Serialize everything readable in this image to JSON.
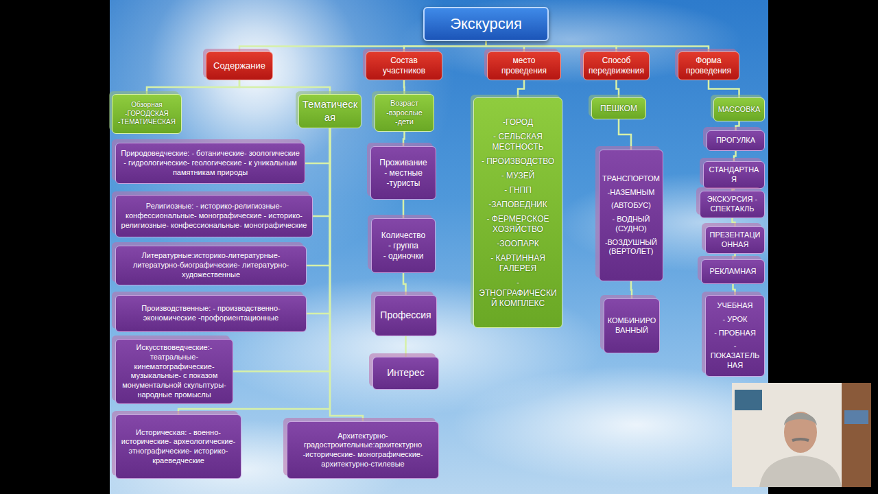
{
  "diagram": {
    "nodes": [
      {
        "text": [
          "Экскурсия"
        ]
      },
      {
        "text": [
          "Содержание"
        ]
      },
      {
        "text": [
          "Состав участников"
        ]
      },
      {
        "text": [
          "место проведения"
        ]
      },
      {
        "text": [
          "Способ передвижения"
        ]
      },
      {
        "text": [
          "Форма проведения"
        ]
      },
      {
        "text": [
          "Обзорная",
          "-ГОРОДСКАЯ",
          "-ТЕМАТИЧЕСКАЯ"
        ]
      },
      {
        "text": [
          "Тематическая"
        ]
      },
      {
        "text": [
          "Природоведческие: - ботанические- зоологические - гидрологические- геологические - к уникальным памятникам природы"
        ]
      },
      {
        "text": [
          "Религиозные: - историко-религиозные- конфессиональные- монографические - историко-религиозные- конфессиональные- монографические"
        ]
      },
      {
        "text": [
          "Литературные:историко-литературные- литературно-биографические- литературно-художественные"
        ]
      },
      {
        "text": [
          "Производственные: - производственно-экономические -профориентационные"
        ]
      },
      {
        "text": [
          "Искусствоведческие:- театральные- кинематографические- музыкальные- с показом монументальной скульптуры- народные промыслы"
        ]
      },
      {
        "text": [
          "Историческая: - военно-исторические- археологические- этнографические- историко-краеведческие"
        ]
      },
      {
        "text": [
          "Архитектурно-градостроительные:архитектурно -исторические- монографические- архитектурно-стилевые"
        ]
      },
      {
        "text": [
          "Возраст",
          "-взрослые",
          "-дети"
        ]
      },
      {
        "text": [
          "Проживание",
          "- местные",
          "-туристы"
        ]
      },
      {
        "text": [
          "Количество",
          "- группа",
          "- одиночки"
        ]
      },
      {
        "text": [
          "Профессия"
        ]
      },
      {
        "text": [
          "Интерес"
        ]
      },
      {
        "text": [
          "-ГОРОД",
          "- СЕЛЬСКАЯ МЕСТНОСТЬ",
          "- ПРОИЗВОДСТВО",
          "- МУЗЕЙ",
          "- ГНПП",
          "-ЗАПОВЕДНИК",
          "- ФЕРМЕРСКОЕ ХОЗЯЙСТВО",
          "-ЗООПАРК",
          "- КАРТИННАЯ ГАЛЕРЕЯ",
          "- ЭТНОГРАФИЧЕСКИЙ КОМПЛЕКС"
        ]
      },
      {
        "text": [
          "ПЕШКОМ"
        ]
      },
      {
        "text": [
          "ТРАНСПОРТОМ",
          "-НАЗЕМНЫМ",
          "(АВТОБУС)",
          "- ВОДНЫЙ (СУДНО)",
          "-ВОЗДУШНЫЙ (ВЕРТОЛЕТ)"
        ]
      },
      {
        "text": [
          "КОМБИНИРОВАННЫЙ"
        ]
      },
      {
        "text": [
          "МАССОВКА"
        ]
      },
      {
        "text": [
          "ПРОГУЛКА"
        ]
      },
      {
        "text": [
          "СТАНДАРТНАЯ"
        ]
      },
      {
        "text": [
          "ЭКСКУРСИЯ - СПЕКТАКЛЬ"
        ]
      },
      {
        "text": [
          "ПРЕЗЕНТАЦИОННАЯ"
        ]
      },
      {
        "text": [
          "РЕКЛАМНАЯ"
        ]
      },
      {
        "text": [
          "УЧЕБНАЯ",
          "- УРОК",
          "- ПРОБНАЯ",
          "- ПОКАЗАТЕЛЬНАЯ"
        ]
      }
    ],
    "edges": [
      {
        "from": 0,
        "to": 1,
        "arrow": "none"
      },
      {
        "from": 0,
        "to": 2,
        "arrow": "none"
      },
      {
        "from": 0,
        "to": 3,
        "arrow": "none"
      },
      {
        "from": 0,
        "to": 4,
        "arrow": "none"
      },
      {
        "from": 0,
        "to": 5,
        "arrow": "none"
      },
      {
        "from": 1,
        "to": 6,
        "arrow": "none"
      },
      {
        "from": 1,
        "to": 7,
        "arrow": "none"
      },
      {
        "from": 7,
        "to": 8,
        "arrow": "none"
      },
      {
        "from": 7,
        "to": 9,
        "arrow": "none"
      },
      {
        "from": 7,
        "to": 10,
        "arrow": "none"
      },
      {
        "from": 7,
        "to": 11,
        "arrow": "none"
      },
      {
        "from": 7,
        "to": 12,
        "arrow": "none"
      },
      {
        "from": 7,
        "to": 13,
        "arrow": "none"
      },
      {
        "from": 7,
        "to": 14,
        "arrow": "none"
      },
      {
        "from": 2,
        "to": 15,
        "arrow": "none"
      },
      {
        "from": 15,
        "to": 16,
        "arrow": "none"
      },
      {
        "from": 16,
        "to": 17,
        "arrow": "none"
      },
      {
        "from": 17,
        "to": 18,
        "arrow": "none"
      },
      {
        "from": 18,
        "to": 19,
        "arrow": "none"
      },
      {
        "from": 3,
        "to": 20,
        "arrow": "none"
      },
      {
        "from": 4,
        "to": 21,
        "arrow": "none"
      },
      {
        "from": 21,
        "to": 22,
        "arrow": "none"
      },
      {
        "from": 22,
        "to": 23,
        "arrow": "none"
      },
      {
        "from": 5,
        "to": 24,
        "arrow": "none"
      },
      {
        "from": 24,
        "to": 25,
        "arrow": "none"
      },
      {
        "from": 25,
        "to": 26,
        "arrow": "none"
      },
      {
        "from": 26,
        "to": 27,
        "arrow": "none"
      },
      {
        "from": 27,
        "to": 28,
        "arrow": "none"
      },
      {
        "from": 28,
        "to": 29,
        "arrow": "none"
      },
      {
        "from": 29,
        "to": 30,
        "arrow": "none"
      }
    ]
  }
}
